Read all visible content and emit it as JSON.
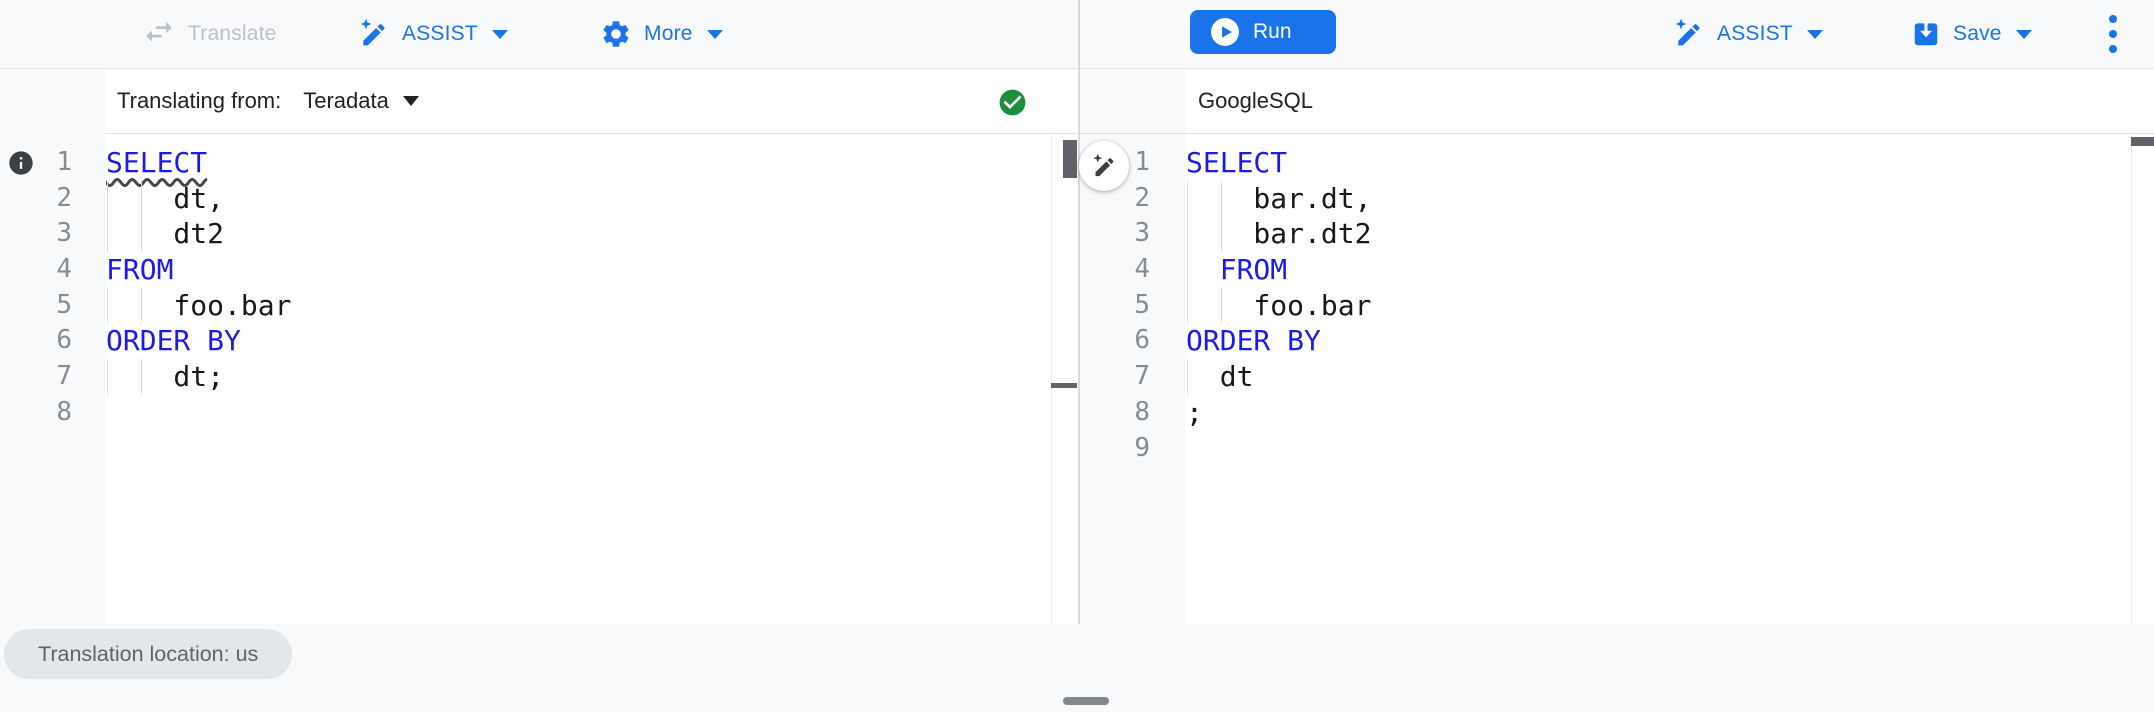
{
  "toolbar": {
    "translate_label": "Translate",
    "assist_label": "ASSIST",
    "more_label": "More",
    "run_label": "Run",
    "assist_right_label": "ASSIST",
    "save_label": "Save"
  },
  "left_pane": {
    "header_prefix": "Translating from:",
    "dialect_selected": "Teradata",
    "status": "valid",
    "lines": [
      {
        "n": 1,
        "text": "SELECT",
        "kw": true,
        "squiggle": true,
        "guides": []
      },
      {
        "n": 2,
        "text": "    dt,",
        "kw": false,
        "squiggle": false,
        "guides": [
          0,
          2
        ]
      },
      {
        "n": 3,
        "text": "    dt2",
        "kw": false,
        "squiggle": false,
        "guides": [
          0,
          2
        ]
      },
      {
        "n": 4,
        "text": "FROM",
        "kw": true,
        "squiggle": false,
        "guides": []
      },
      {
        "n": 5,
        "text": "    foo.bar",
        "kw": false,
        "squiggle": false,
        "guides": [
          0,
          2
        ]
      },
      {
        "n": 6,
        "text": "ORDER BY",
        "kw": true,
        "squiggle": false,
        "guides": []
      },
      {
        "n": 7,
        "text": "    dt;",
        "kw": false,
        "squiggle": false,
        "guides": [
          0,
          2
        ]
      },
      {
        "n": 8,
        "text": "",
        "kw": false,
        "squiggle": false,
        "guides": []
      }
    ]
  },
  "right_pane": {
    "header": "GoogleSQL",
    "lines": [
      {
        "n": 1,
        "text": "SELECT",
        "kw": true,
        "squiggle": false,
        "guides": []
      },
      {
        "n": 2,
        "text": "    bar.dt,",
        "kw": false,
        "squiggle": false,
        "guides": [
          0,
          2
        ]
      },
      {
        "n": 3,
        "text": "    bar.dt2",
        "kw": false,
        "squiggle": false,
        "guides": [
          0,
          2
        ]
      },
      {
        "n": 4,
        "text": "  FROM",
        "kw": true,
        "squiggle": false,
        "guides": [
          0
        ]
      },
      {
        "n": 5,
        "text": "    foo.bar",
        "kw": false,
        "squiggle": false,
        "guides": [
          0,
          2
        ]
      },
      {
        "n": 6,
        "text": "ORDER BY",
        "kw": true,
        "squiggle": false,
        "guides": []
      },
      {
        "n": 7,
        "text": "  dt",
        "kw": false,
        "squiggle": false,
        "guides": [
          0
        ]
      },
      {
        "n": 8,
        "text": ";",
        "kw": false,
        "squiggle": false,
        "guides": []
      },
      {
        "n": 9,
        "text": "",
        "kw": false,
        "squiggle": false,
        "guides": []
      }
    ]
  },
  "status_chip": "Translation location: us",
  "icons": {
    "translate": "swap-arrows-icon",
    "assist": "magic-pen-icon",
    "more": "gear-icon",
    "run": "play-circle-icon",
    "save": "save-arrow-icon",
    "overflow": "kebab-vertical-icon",
    "left_status": "check-circle-icon",
    "annotation": "info-circle-icon",
    "floating_action": "magic-pen-icon"
  },
  "colors": {
    "accent_blue": "#1a73e8",
    "keyword_blue": "#1a1aeb",
    "status_green": "#1e8e3e",
    "disabled_gray": "#bdc1c6",
    "chip_bg": "#e4e7ea",
    "gutter_bg": "#f8f9fa"
  }
}
